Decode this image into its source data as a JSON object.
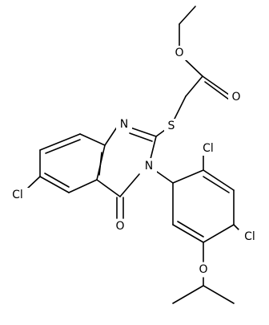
{
  "atoms": {
    "O_ester_single": "O",
    "O_carbonyl_ester": "O",
    "S_thioether": "S",
    "N_ring_1": "N",
    "N_ring_3": "N",
    "O_ketone": "O",
    "Cl_quinazoline": "Cl",
    "Cl_aryl_ortho": "Cl",
    "Cl_aryl_para": "Cl",
    "O_ether": "O"
  }
}
